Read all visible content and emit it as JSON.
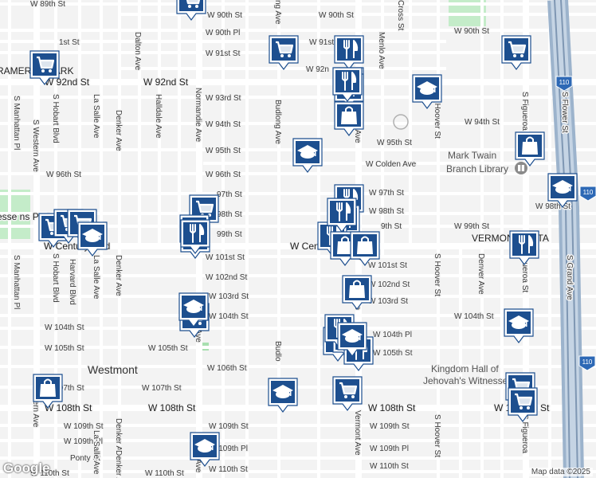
{
  "map": {
    "attribution": "Map data ©2025",
    "logo": "Google",
    "areas": {
      "rameron_park": "RAMERON PARK",
      "westmont": "Westmont",
      "vermont_vista": "VERMONT VISTA",
      "park": "esse ns Park"
    },
    "pois": {
      "library_1": "Mark Twain",
      "library_2": "Branch Library",
      "kingdom_1": "Kingdom Hall of",
      "kingdom_2": "Jehovah's Witnesses"
    },
    "shield": "110",
    "streets": {
      "w89": "W 89th St",
      "w90a": "W 90th St",
      "w90b": "W 90th St",
      "w90c": "W 90th St",
      "w90pl": "W 90th Pl",
      "w91a": "W 91st St",
      "w91b": "W 91st St",
      "w91c": "1st St",
      "w92a": "W 92nd St",
      "w92b": "W 92nd St",
      "w92c": "W 92n",
      "w93": "W 93rd St",
      "w94a": "W 94th St",
      "w94b": "W 94th St",
      "w95a": "W 95th St",
      "w95b": "W 95th St",
      "colden": "W Colden Ave",
      "w96a": "W 96th St",
      "w96b": "W 96th St",
      "w97a": "97th St",
      "w97b": "W 97th St",
      "w98a": "98th St",
      "w98b": "W 98th St",
      "w98c": "W 98th St",
      "w99a": "99th St",
      "w99b": "W 99th St",
      "w99c": "9th St",
      "century1": "W Century Blvd",
      "century2": "W Century",
      "w101a": "W 101st St",
      "w101b": "W 101st St",
      "w102a": "W 102nd St",
      "w102b": "W 102nd St",
      "w103a": "W 103rd St",
      "w103b": "W 103rd St",
      "w104a": "W 104th St",
      "w104b": "W 104th St",
      "w104c": "W 104th St",
      "w104pl": "W 104th Pl",
      "w105a": "W 105th St",
      "w105b": "W 105th St",
      "w105c": "W 105th St",
      "w106": "W 106th St",
      "w107a": "W 107th St",
      "w107b": "W 107th St",
      "w108a": "W 108th St",
      "w108b": "W 108th St",
      "w108c": "W 108th St",
      "w108d": "W 1",
      "w108e": "h St",
      "w109a": "W 109th St",
      "w109b": "W 109th St",
      "w109c": "W 109th St",
      "w109pla": "W 109th Pl",
      "w109plb": "W 109th Pl",
      "w109plc": "W 109th Pl",
      "ponty": "Ponty St",
      "w110a": "W 110th St",
      "w110b": "W 110th St",
      "w110c": "W 110th St",
      "w110d": "W 110th St",
      "manhattan1": "S Manhattan Pl",
      "manhattan2": "S Manhattan Pl",
      "western1": "S Western Ave",
      "western2": "Western Ave",
      "hobart1": "S Hobart Blvd",
      "hobart2": "S Hobart Blvd",
      "harvard": "Harvard Blvd",
      "lasalle1": "La Salle Ave",
      "lasalle2": "La Salle Ave",
      "lasalle3": "La Salle Ave",
      "denker1": "Denker Ave",
      "denker2": "Denker Ave",
      "denker3": "Denker Ave",
      "denker4": "Denker Ave",
      "dalton": "Dalton Ave",
      "halldale": "Halldale Ave",
      "normandie1": "Normandie Ave",
      "normandie2": "e Ave",
      "normandie3": "ndie Ave",
      "budlong1": "Budlong Ave",
      "budlong2": "ng Ave",
      "budlong3": "Budlo",
      "vermont1": "nt Ave",
      "vermont2": "Vermont Ave",
      "vermont3": "V",
      "vermont4": "Ave",
      "menlo": "Menlo Ave",
      "cross": "Cross St",
      "hoover1": "S Hoover St",
      "hoover2": "S Hoover St",
      "hoover3": "S Hoover St",
      "denver": "Denver Ave",
      "figueroa1": "S Figueroa",
      "figueroa2": "S Figueroa St",
      "figueroa3": "S Figueroa",
      "flower": "S Flower St",
      "grand": "S Grand Ave"
    }
  },
  "markers": [
    {
      "type": "grocery"
    },
    {
      "type": "grocery"
    },
    {
      "type": "grocery"
    },
    {
      "type": "grocery"
    },
    {
      "type": "grocery"
    },
    {
      "type": "grocery"
    },
    {
      "type": "grocery"
    },
    {
      "type": "grocery"
    },
    {
      "type": "grocery"
    },
    {
      "type": "grocery"
    },
    {
      "type": "grocery"
    },
    {
      "type": "grocery"
    },
    {
      "type": "grocery"
    },
    {
      "type": "grocery"
    },
    {
      "type": "grocery"
    },
    {
      "type": "restaurant"
    },
    {
      "type": "restaurant"
    },
    {
      "type": "restaurant"
    },
    {
      "type": "restaurant"
    },
    {
      "type": "restaurant"
    },
    {
      "type": "restaurant"
    },
    {
      "type": "restaurant"
    },
    {
      "type": "restaurant"
    },
    {
      "type": "restaurant"
    },
    {
      "type": "restaurant"
    },
    {
      "type": "restaurant"
    },
    {
      "type": "restaurant"
    },
    {
      "type": "restaurant"
    },
    {
      "type": "restaurant"
    },
    {
      "type": "shopping"
    },
    {
      "type": "shopping"
    },
    {
      "type": "shopping"
    },
    {
      "type": "shopping"
    },
    {
      "type": "shopping"
    },
    {
      "type": "shopping"
    },
    {
      "type": "school"
    },
    {
      "type": "school"
    },
    {
      "type": "school"
    },
    {
      "type": "school"
    },
    {
      "type": "school"
    },
    {
      "type": "school"
    },
    {
      "type": "school"
    },
    {
      "type": "school"
    },
    {
      "type": "school"
    }
  ]
}
